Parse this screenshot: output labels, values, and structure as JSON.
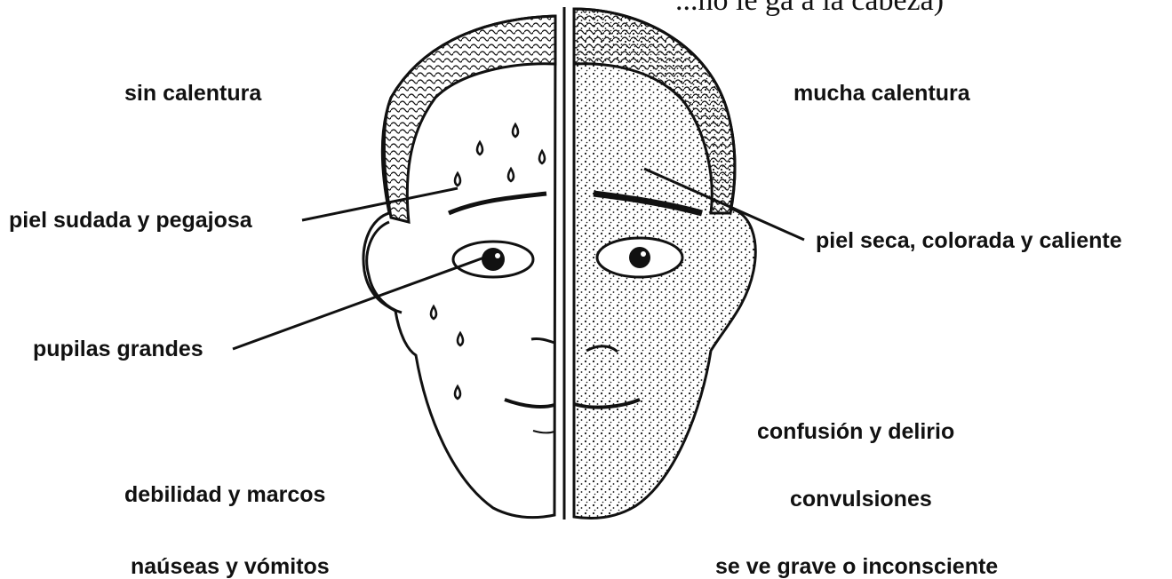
{
  "caption_fragment": "...no le ga a la cabeza)",
  "left_side": {
    "sin_calentura": "sin calentura",
    "piel_sudada": "piel sudada y pegajosa",
    "pupilas": "pupilas grandes",
    "debilidad": "debilidad y marcos",
    "nauseas": "naúseas y vómitos"
  },
  "right_side": {
    "mucha_calentura": "mucha calentura",
    "piel_seca": "piel seca, colorada y caliente",
    "confusion": "confusión y delirio",
    "convulsiones": "convulsiones",
    "grave": "se ve grave o inconsciente"
  },
  "colors": {
    "ink": "#111111",
    "background": "#ffffff"
  }
}
